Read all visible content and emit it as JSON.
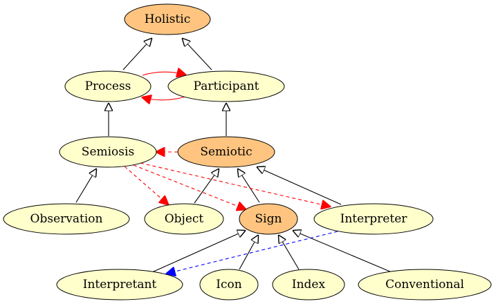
{
  "colors": {
    "node_highlight": "#ffc580",
    "node_default": "#ffffcc",
    "node_stroke": "#000000",
    "edge_inheritance": "#000000",
    "edge_red": "#ff0000",
    "edge_blue": "#0000ff"
  },
  "nodes": {
    "holistic": "Holistic",
    "process": "Process",
    "participant": "Participant",
    "semiosis": "Semiosis",
    "semiotic": "Semiotic",
    "observation": "Observation",
    "object": "Object",
    "sign": "Sign",
    "interpreter": "Interpreter",
    "interpretant": "Interpretant",
    "icon": "Icon",
    "index": "Index",
    "conventional": "Conventional"
  }
}
